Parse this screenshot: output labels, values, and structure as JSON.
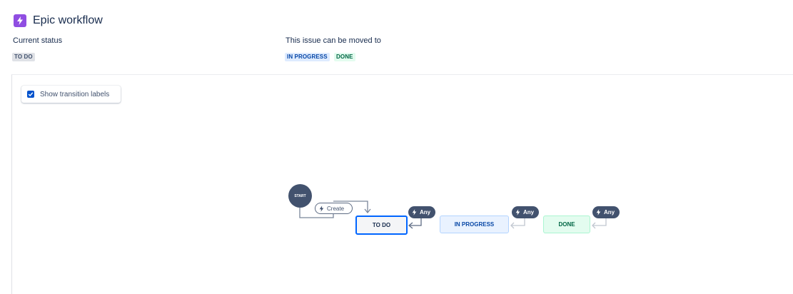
{
  "header": {
    "title": "Epic workflow",
    "icon": "epic-lightning-icon"
  },
  "current_status": {
    "label": "Current status",
    "value": "TO DO"
  },
  "transitions": {
    "label": "This issue can be moved to",
    "options": [
      "IN PROGRESS",
      "DONE"
    ]
  },
  "diagram": {
    "show_labels_toggle": {
      "label": "Show transition labels",
      "checked": true
    },
    "start": "START",
    "create_label": "Create",
    "any_label": "Any",
    "statuses": [
      "TO DO",
      "IN PROGRESS",
      "DONE"
    ]
  },
  "colors": {
    "accent": "#0052cc",
    "epic_purple": "#904ee2",
    "node_dark": "#42526e",
    "progress_bg": "#e9f2ff",
    "done_bg": "#e3fcef"
  }
}
